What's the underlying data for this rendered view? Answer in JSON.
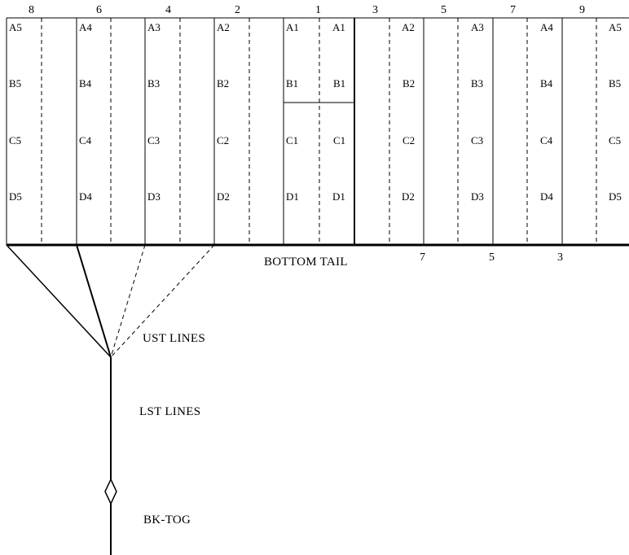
{
  "top_numbers": [
    "8",
    "6",
    "4",
    "2",
    "1",
    "3",
    "5",
    "7",
    "9"
  ],
  "rows": [
    {
      "left": [
        "A5",
        "A4",
        "A3",
        "A2",
        "A1"
      ],
      "right": [
        "A1",
        "A2",
        "A3",
        "A4",
        "A5"
      ]
    },
    {
      "left": [
        "B5",
        "B4",
        "B3",
        "B2",
        "B1"
      ],
      "right": [
        "B1",
        "B2",
        "B3",
        "B4",
        "B5"
      ]
    },
    {
      "left": [
        "C5",
        "C4",
        "C3",
        "C2",
        "C1"
      ],
      "right": [
        "C1",
        "C2",
        "C3",
        "C4",
        "C5"
      ]
    },
    {
      "left": [
        "D5",
        "D4",
        "D3",
        "D2",
        "D1"
      ],
      "right": [
        "D1",
        "D2",
        "D3",
        "D4",
        "D5"
      ]
    }
  ],
  "bottom_tail_label": "BOTTOM TAIL",
  "bottom_numbers": [
    "7",
    "5",
    "3"
  ],
  "labels": {
    "ust_lines": "UST LINES",
    "lst_lines": "LST LINES",
    "bk_tog": "BK-TOG"
  }
}
